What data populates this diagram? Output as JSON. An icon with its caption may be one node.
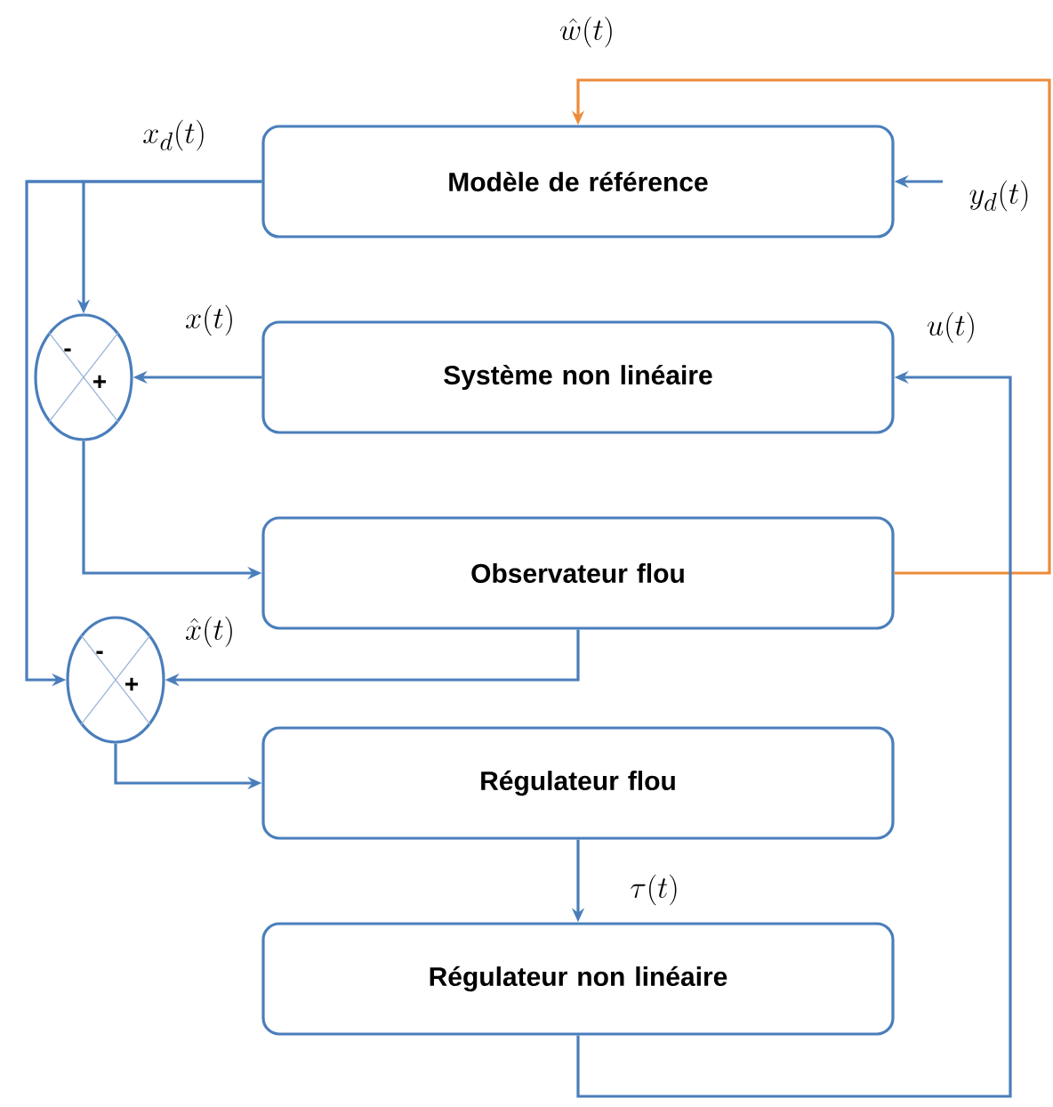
{
  "diagram": {
    "nodes": [
      {
        "text": [
          "Modèle de référence"
        ]
      },
      {
        "text": [
          "Système non linéaire"
        ]
      },
      {
        "text": [
          "Observateur flou"
        ]
      },
      {
        "text": [
          "Régulateur flou"
        ]
      },
      {
        "text": [
          "Régulateur non linéaire"
        ]
      },
      {
        "text": [
          "-",
          "+"
        ]
      },
      {
        "text": [
          "-",
          "+"
        ]
      }
    ],
    "edges": [
      {
        "from": null,
        "to": 0,
        "arrow": "to",
        "label": "y_d(t)"
      },
      {
        "from": 2,
        "to": 0,
        "arrow": "to",
        "label": "\\hat{w}(t)",
        "color": "#ed8b3a"
      },
      {
        "from": 0,
        "to": 5,
        "arrow": "to",
        "label": "x_d(t)"
      },
      {
        "from": 0,
        "to": 6,
        "arrow": "to"
      },
      {
        "from": 1,
        "to": 5,
        "arrow": "to",
        "label": "x(t)"
      },
      {
        "from": 5,
        "to": 2,
        "arrow": "to"
      },
      {
        "from": 2,
        "to": 6,
        "arrow": "to",
        "label": "\\hat{x}(t)"
      },
      {
        "from": 6,
        "to": 3,
        "arrow": "to"
      },
      {
        "from": 3,
        "to": 4,
        "arrow": "to",
        "label": "\\tau(t)"
      },
      {
        "from": 4,
        "to": 1,
        "arrow": "to",
        "label": "u(t)"
      }
    ]
  }
}
